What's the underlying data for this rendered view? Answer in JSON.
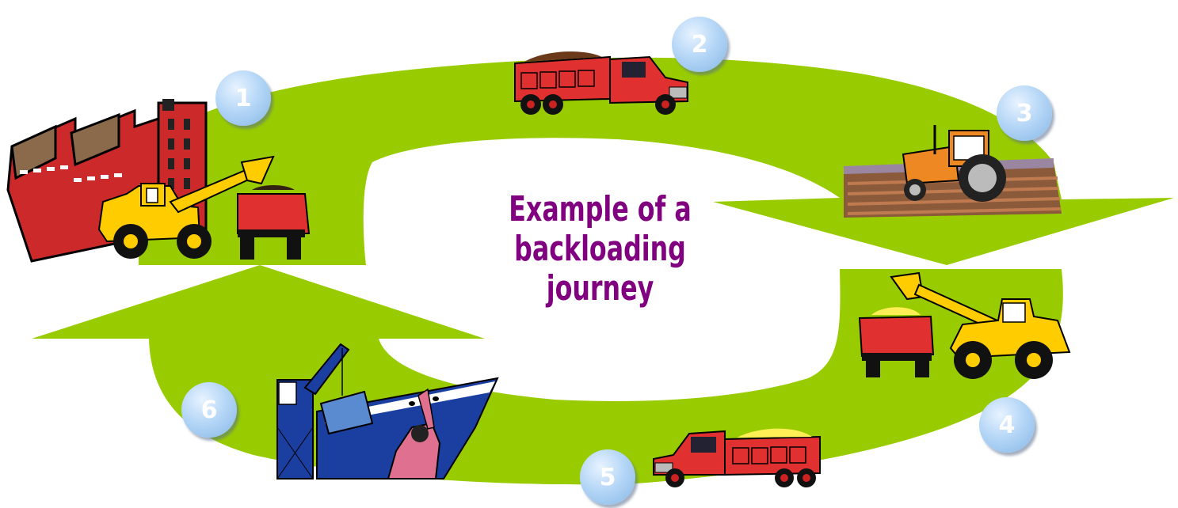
{
  "diagram": {
    "title_lines": [
      "Example of a",
      "backloading",
      "journey"
    ],
    "title_color": "#800080",
    "arrow_color": "#99cc00",
    "steps": [
      {
        "number": "1",
        "icon": "factory-loader-icon"
      },
      {
        "number": "2",
        "icon": "dump-truck-icon"
      },
      {
        "number": "3",
        "icon": "tractor-icon"
      },
      {
        "number": "4",
        "icon": "loader-truck-icon"
      },
      {
        "number": "5",
        "icon": "dump-truck-icon"
      },
      {
        "number": "6",
        "icon": "ship-crane-icon"
      }
    ]
  }
}
